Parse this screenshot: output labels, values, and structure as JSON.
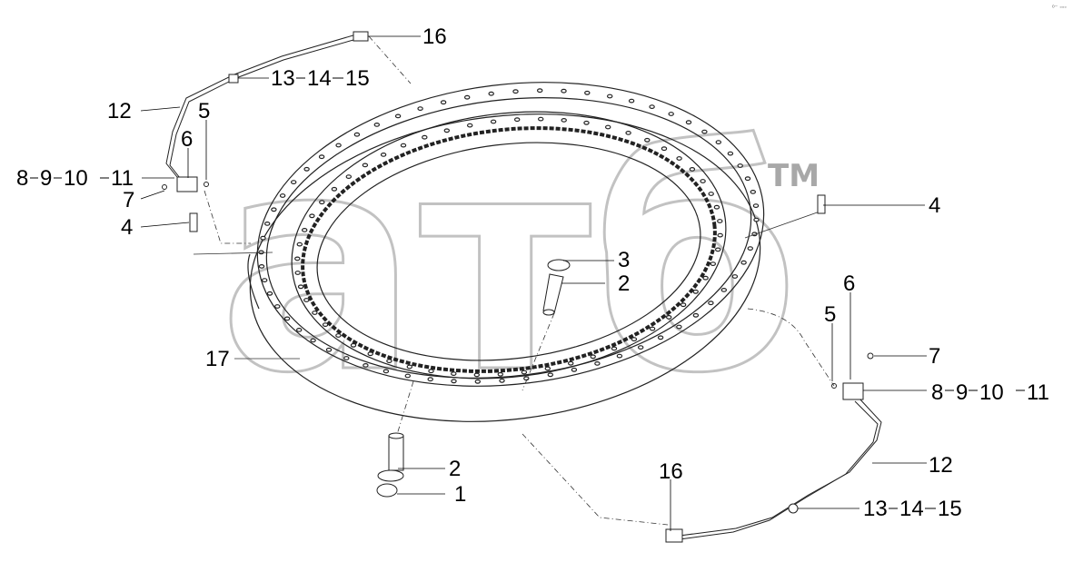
{
  "watermark": {
    "text": "атб",
    "trademark": "TM"
  },
  "corner_mark": "ᵒ⁻ ◦◦◦",
  "labels": {
    "l16_top": "16",
    "l13_top": "13",
    "l14_top": "14",
    "l15_top": "15",
    "l12_left": "12",
    "l5_left": "5",
    "l6_left": "6",
    "l8_left": "8",
    "l9_left": "9",
    "l10_left": "10",
    "l11_left": "11",
    "l7_left": "7",
    "l4_left": "4",
    "l4_right": "4",
    "l3_center": "3",
    "l2_center": "2",
    "l17": "17",
    "l6_right": "6",
    "l5_right": "5",
    "l7_right": "7",
    "l8_right": "8",
    "l9_right": "9",
    "l10_right": "10",
    "l11_right": "11",
    "l12_right": "12",
    "l16_bottom": "16",
    "l13_bottom": "13",
    "l14_bottom": "14",
    "l15_bottom": "15",
    "l2_bottom": "2",
    "l1_bottom": "1"
  }
}
